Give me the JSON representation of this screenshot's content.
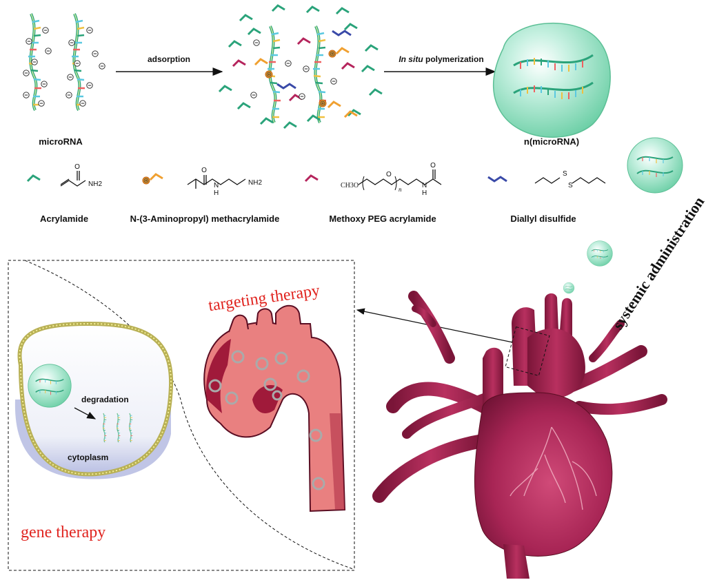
{
  "synthesis": {
    "step1_label": "adsorption",
    "step2_label_italic": "In situ",
    "step2_label_rest": " polymerization",
    "input_label": "microRNA",
    "output_label": "n(microRNA)"
  },
  "monomers": [
    {
      "name": "Acrylamide",
      "formula_text": "NH2"
    },
    {
      "name": "N-(3-Aminopropyl) methacrylamide",
      "formula_text_n": "N",
      "formula_text_h": "H",
      "formula_text_nh2": "NH2"
    },
    {
      "name": "Methoxy PEG acrylamide",
      "formula_text_ch3o": "CH3O",
      "formula_text_o": "O",
      "formula_text_n": "n",
      "formula_text_nh": "N",
      "formula_text_h": "H"
    },
    {
      "name": "Diallyl disulfide",
      "formula_text_s1": "S",
      "formula_text_s2": "S"
    }
  ],
  "colors": {
    "acrylamide": "#2aa37a",
    "aminopropyl": "#f0a030",
    "peg": "#b5245c",
    "disulfide": "#3a4aa8",
    "capsule": "#9fe3c9",
    "heart": "#9e1f4c",
    "aorta": "#e98080",
    "red_text": "#e0241f"
  },
  "therapy": {
    "targeting_label": "targeting therapy",
    "gene_label": "gene therapy",
    "systemic_label": "systemic administration",
    "degradation_label": "degradation",
    "cytoplasm_label": "cytoplasm"
  }
}
